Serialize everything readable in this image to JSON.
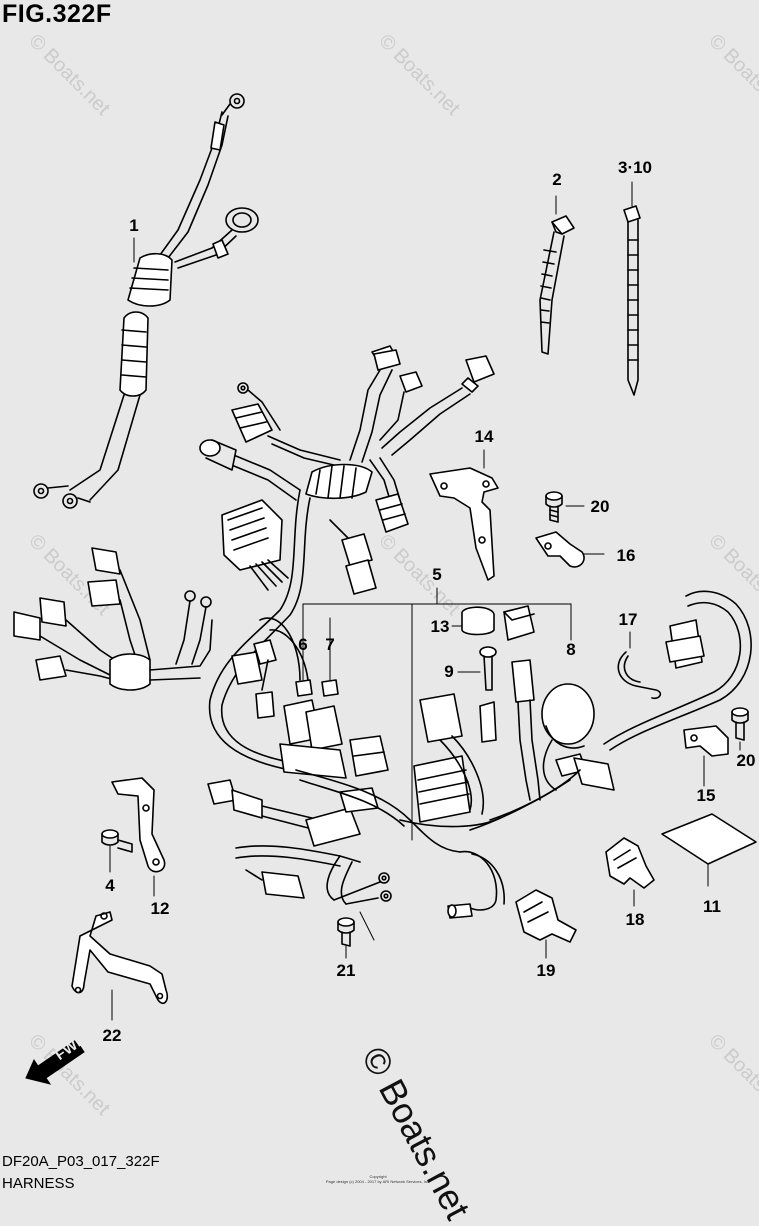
{
  "figure": {
    "title": "FIG.322F",
    "code": "DF20A_P03_017_322F",
    "name": "HARNESS"
  },
  "watermark": {
    "small_text": "© Boats.net",
    "large_text": "© Boats.net"
  },
  "copyright": {
    "line1": "Copyright",
    "line2": "Page design (c) 2004 - 2017 by ARI Network Services, Inc."
  },
  "fwd_label": "FWD",
  "callouts": [
    {
      "id": "1",
      "label": "1"
    },
    {
      "id": "2",
      "label": "2"
    },
    {
      "id": "3-10",
      "label": "3·10"
    },
    {
      "id": "4",
      "label": "4"
    },
    {
      "id": "5",
      "label": "5"
    },
    {
      "id": "6",
      "label": "6"
    },
    {
      "id": "7",
      "label": "7"
    },
    {
      "id": "8",
      "label": "8"
    },
    {
      "id": "9",
      "label": "9"
    },
    {
      "id": "11",
      "label": "11"
    },
    {
      "id": "12",
      "label": "12"
    },
    {
      "id": "13",
      "label": "13"
    },
    {
      "id": "14",
      "label": "14"
    },
    {
      "id": "15",
      "label": "15"
    },
    {
      "id": "16",
      "label": "16"
    },
    {
      "id": "17",
      "label": "17"
    },
    {
      "id": "18",
      "label": "18"
    },
    {
      "id": "19",
      "label": "19"
    },
    {
      "id": "20a",
      "label": "20"
    },
    {
      "id": "20b",
      "label": "20"
    },
    {
      "id": "21",
      "label": "21"
    },
    {
      "id": "22",
      "label": "22"
    }
  ]
}
